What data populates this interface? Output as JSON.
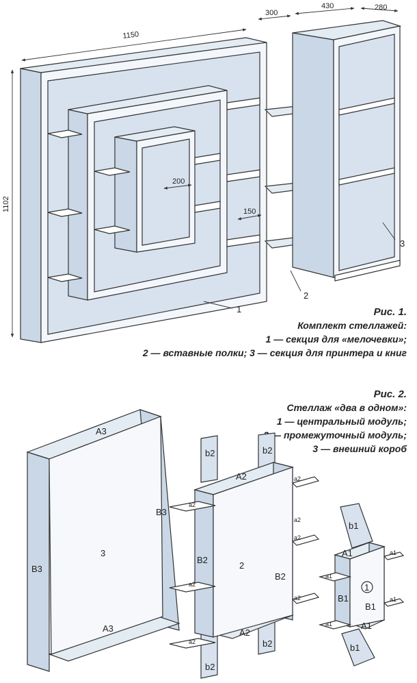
{
  "figure1": {
    "title": "Рис. 1.",
    "caption": [
      "Комплект стеллажей:",
      "1 — секция для «мелочевки»;",
      "2 — вставные полки; 3 — секция для принтера и книг"
    ],
    "dimensions": {
      "width_total": "1150",
      "gap_insert": "300",
      "section3_width": "430",
      "section3_depth": "280",
      "height": "1102",
      "inner_depth": "200",
      "shelf_depth": "150"
    },
    "callouts": [
      "1",
      "2",
      "3"
    ]
  },
  "figure2": {
    "title": "Рис. 2.",
    "caption": [
      "Стеллаж «два в одном»:",
      "1 — центральный модуль;",
      "2 — промежуточный модуль;",
      "3 — внешний короб"
    ],
    "outer_box": {
      "number": "3",
      "top": "A3",
      "bottom": "A3",
      "left": "B3",
      "right": "B3"
    },
    "middle_module": {
      "number": "2",
      "top": "A2",
      "bottom": "A2",
      "left": "B2",
      "right": "B2",
      "uprights": [
        "b2",
        "b2",
        "b2",
        "b2"
      ],
      "shelves": [
        "a2",
        "a2",
        "a2",
        "a2",
        "a2",
        "a2",
        "a2"
      ]
    },
    "central_module": {
      "number": "1",
      "top": "A1",
      "bottom": "A1",
      "left": "B1",
      "right": "B1",
      "uprights": [
        "b1",
        "b1"
      ],
      "shelves": [
        "a1",
        "a1",
        "a1",
        "a1"
      ]
    }
  }
}
